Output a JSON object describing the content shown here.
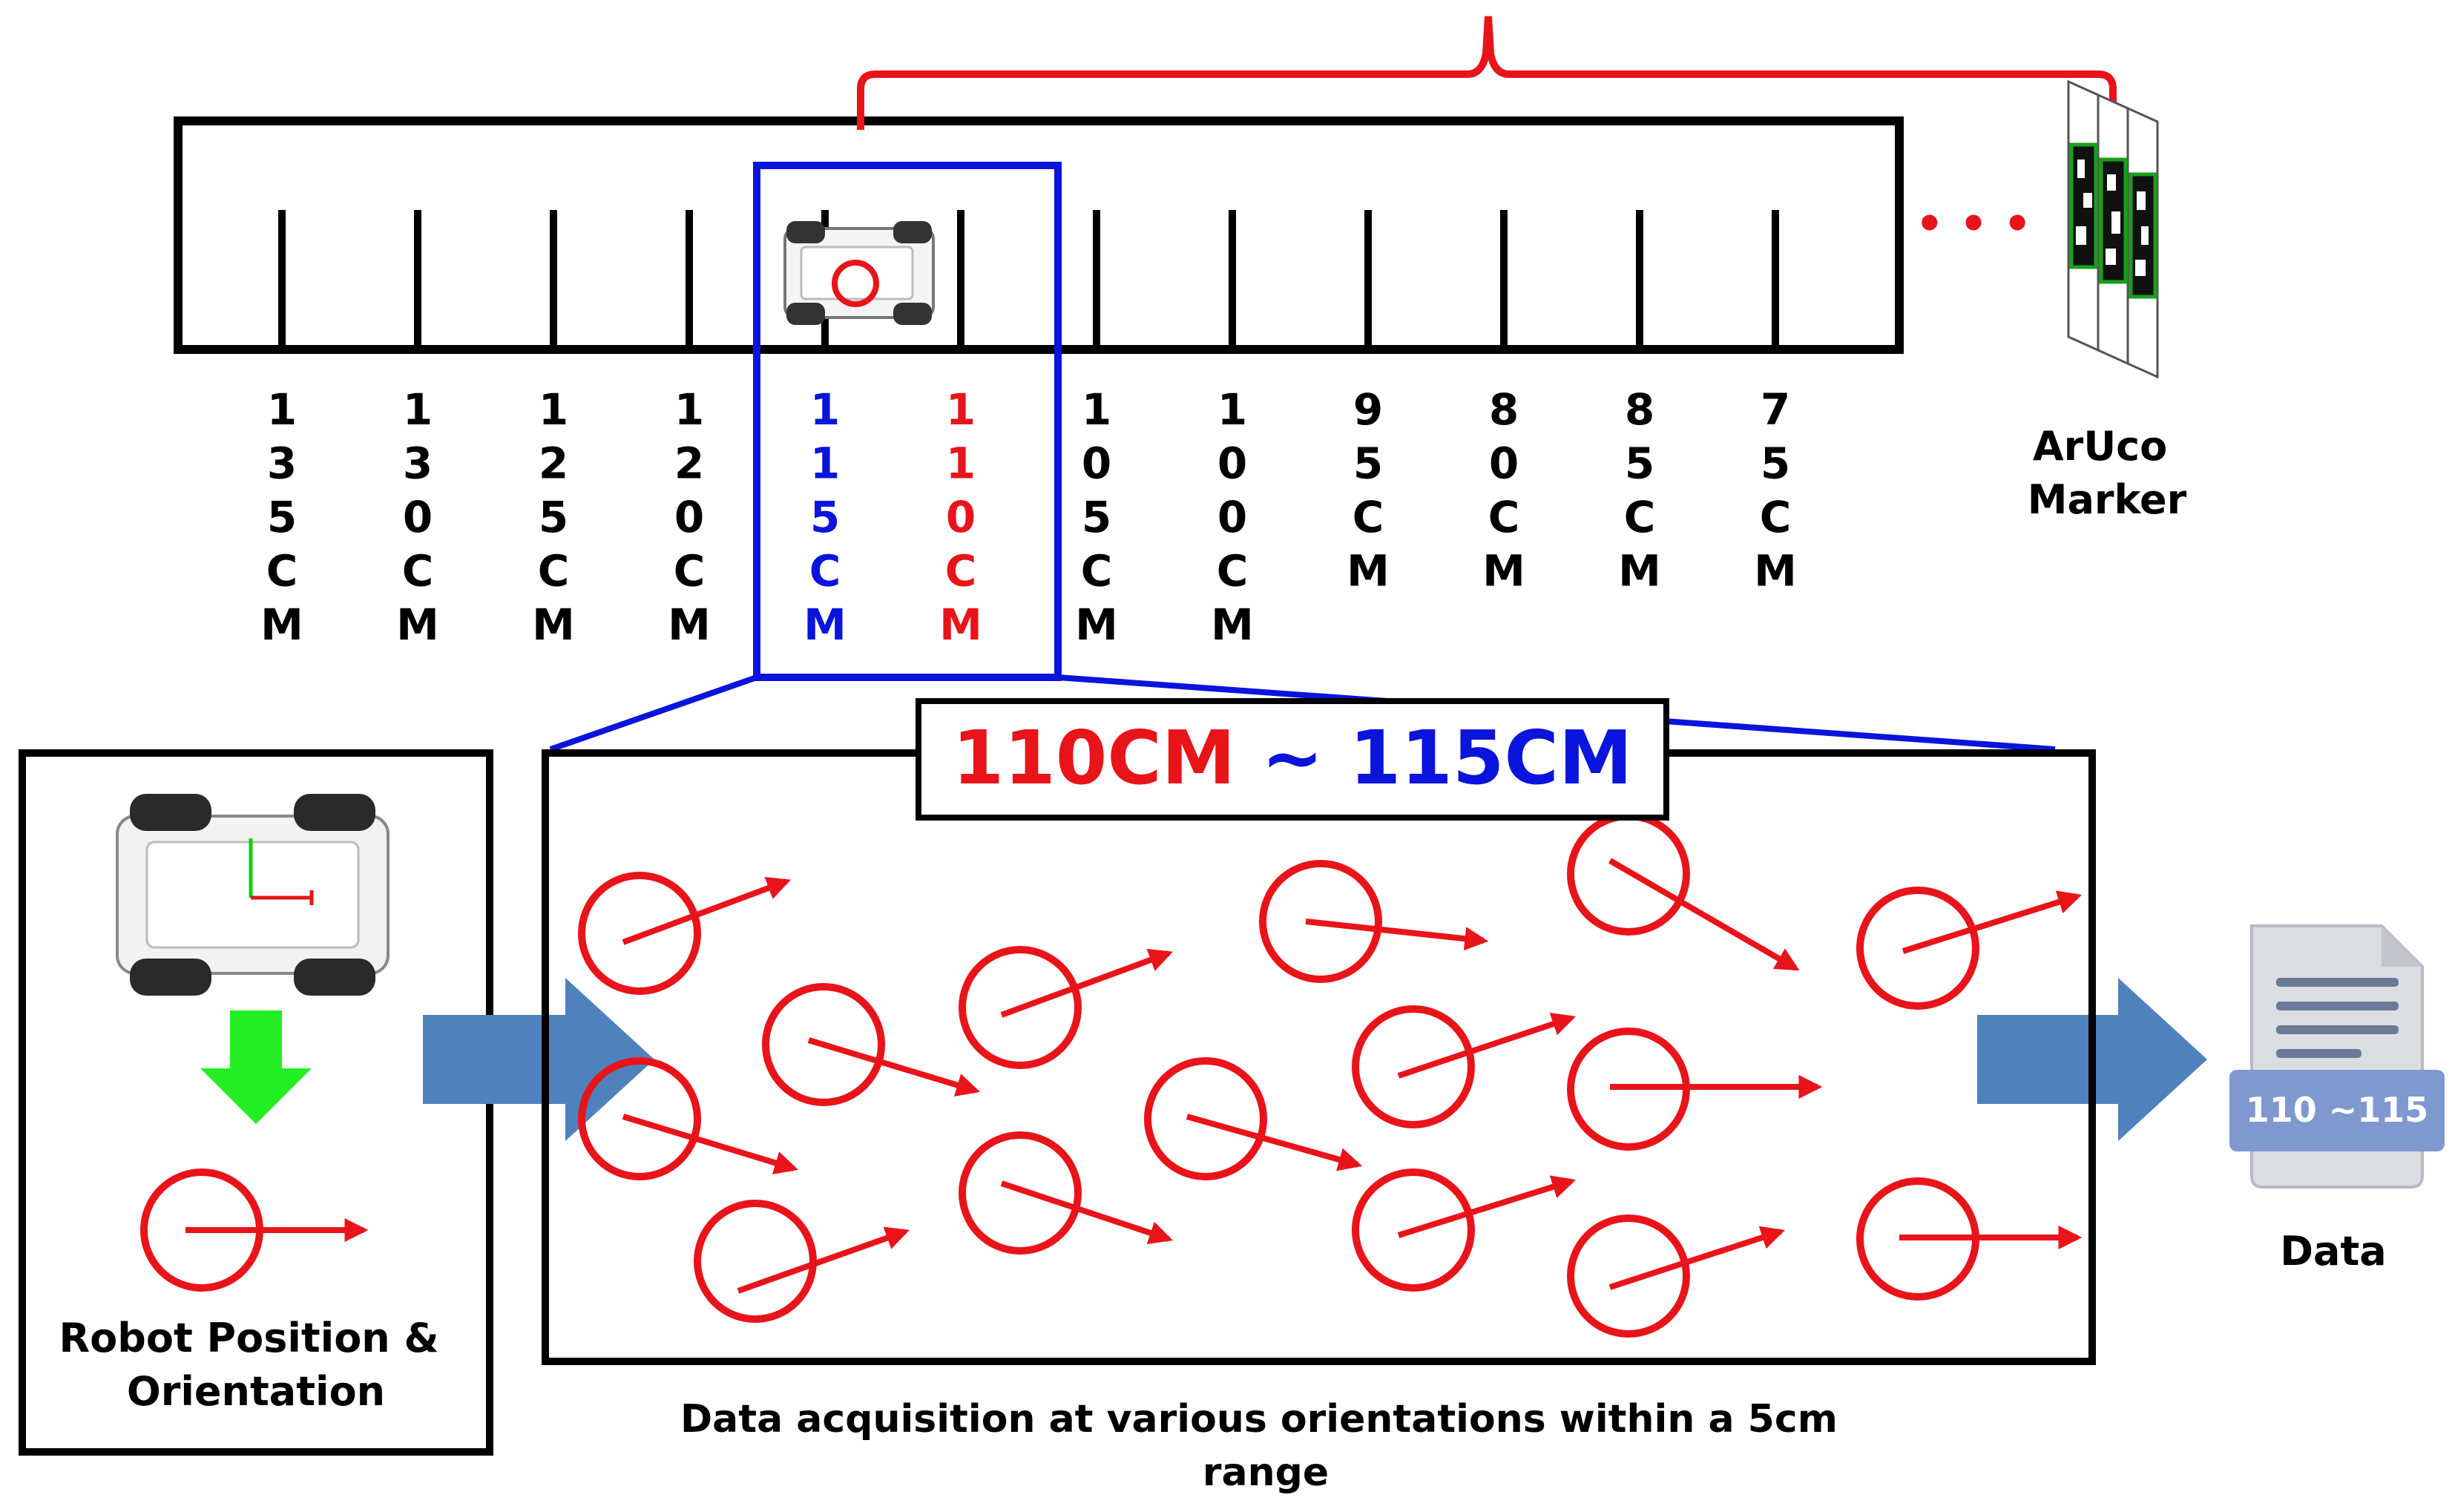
{
  "distance_labels": [
    {
      "text": "135CM",
      "color": "#000000"
    },
    {
      "text": "130CM",
      "color": "#000000"
    },
    {
      "text": "125CM",
      "color": "#000000"
    },
    {
      "text": "120CM",
      "color": "#000000"
    },
    {
      "text": "115CM",
      "color": "#0a14dc"
    },
    {
      "text": "110CM",
      "color": "#e8141a"
    },
    {
      "text": "105CM",
      "color": "#000000"
    },
    {
      "text": "100CM",
      "color": "#000000"
    },
    {
      "text": "95CM",
      "color": "#000000"
    },
    {
      "text": "80CM",
      "color": "#000000"
    },
    {
      "text": "85CM",
      "color": "#000000"
    },
    {
      "text": "75CM",
      "color": "#000000"
    }
  ],
  "ellipsis": "• • •",
  "aruco_label_line1": "ArUco",
  "aruco_label_line2": "Marker",
  "range_title_low": "110CM",
  "range_title_sep": " ~ ",
  "range_title_high": "115CM",
  "robot_caption_line1": "Robot Position &",
  "robot_caption_line2": "Orientation",
  "acquisition_caption_line1": "Data acquisition at various orientations within a 5cm",
  "acquisition_caption_line2": "range",
  "data_file_label": "110 ~115",
  "data_caption": "Data",
  "colors": {
    "red": "#e8141a",
    "blue": "#0a14dc",
    "flow_arrow": "#4f81bd",
    "green_arrow": "#22ee22",
    "file_band": "#7f98cf"
  }
}
